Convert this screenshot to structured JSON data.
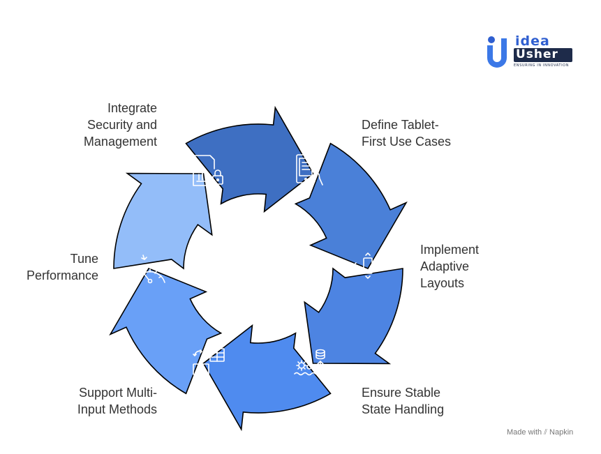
{
  "steps": [
    {
      "lines": [
        "Define Tablet-",
        "First Use Cases"
      ],
      "icon": "tablet-touch-icon",
      "color": "#3e6fc2"
    },
    {
      "lines": [
        "Implement",
        "Adaptive",
        "Layouts"
      ],
      "icon": "resize-horizontal-icon",
      "color": "#4a80d8"
    },
    {
      "lines": [
        "Ensure Stable",
        "State Handling"
      ],
      "icon": "database-gears-icon",
      "color": "#4d84e2"
    },
    {
      "lines": [
        "Support Multi-",
        "Input Methods"
      ],
      "icon": "multi-input-devices-icon",
      "color": "#4f8bef"
    },
    {
      "lines": [
        "Tune",
        "Performance"
      ],
      "icon": "speedometer-icon",
      "color": "#69a0f7"
    },
    {
      "lines": [
        "Integrate",
        "Security and",
        "Management"
      ],
      "icon": "secure-report-icon",
      "color": "#93bdf9"
    }
  ],
  "logo": {
    "top": "idea",
    "bottom": "Usher",
    "tagline": "ENSURING IN INNOVATION"
  },
  "footer": {
    "made_with": "Made with",
    "brand": "Napkin"
  },
  "colors": {
    "outline": "#000000",
    "icon": "#ffffff",
    "text": "#333333"
  }
}
